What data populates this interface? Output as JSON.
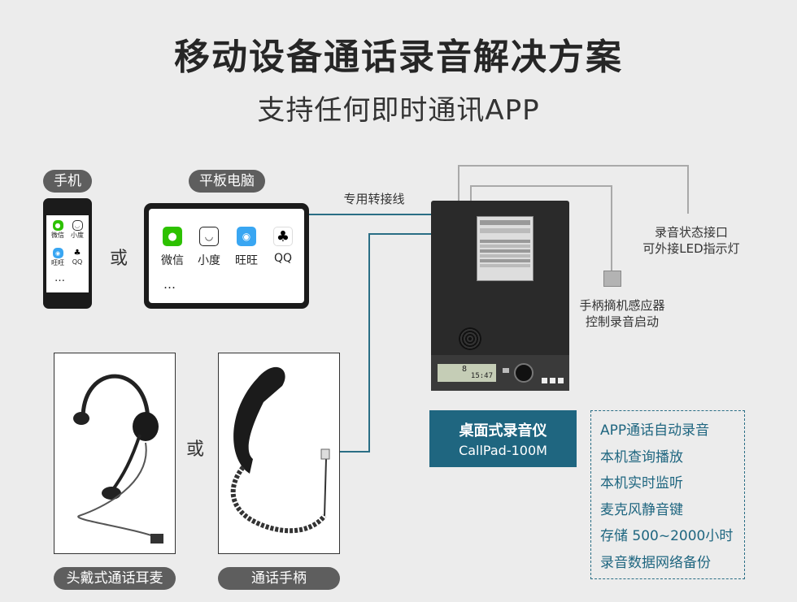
{
  "header": {
    "title": "移动设备通话录音解决方案",
    "subtitle": "支持任何即时通讯APP"
  },
  "labels": {
    "phone": "手机",
    "tablet": "平板电脑",
    "or1": "或",
    "or2": "或",
    "cable": "专用转接线",
    "status_port": "录音状态接口\n可外接LED指示灯",
    "hook_sensor": "手柄摘机感应器\n控制录音启动",
    "headset": "头戴式通话耳麦",
    "handset": "通话手柄"
  },
  "phone_apps": [
    {
      "name": "微信",
      "icon": "wechat-icon",
      "color": "#2dc100"
    },
    {
      "name": "小度",
      "icon": "xiaodu-icon",
      "color": "#ffffff"
    },
    {
      "name": "旺旺",
      "icon": "wangwang-icon",
      "color": "#39a6f2"
    },
    {
      "name": "QQ",
      "icon": "qq-icon",
      "color": "#ffffff"
    }
  ],
  "tablet_apps": [
    {
      "name": "微信",
      "icon": "wechat-icon",
      "color": "#2dc100"
    },
    {
      "name": "小度",
      "icon": "xiaodu-icon",
      "color": "#ffffff"
    },
    {
      "name": "旺旺",
      "icon": "wangwang-icon",
      "color": "#39a6f2"
    },
    {
      "name": "QQ",
      "icon": "qq-icon",
      "color": "#ffffff"
    }
  ],
  "ellipsis": "…",
  "product": {
    "name": "桌面式录音仪",
    "model": "CallPad-100M"
  },
  "device_screen": {
    "digit": "8",
    "time": "15:47"
  },
  "features": [
    "APP通话自动录音",
    "本机查询播放",
    "本机实时监听",
    "麦克风静音键",
    "存储 500~2000小时",
    "录音数据网络备份"
  ],
  "colors": {
    "accent": "#1f6680",
    "line": "#2a6e85",
    "pill": "#5e5e5e",
    "gray_line": "#a9a9a9"
  }
}
